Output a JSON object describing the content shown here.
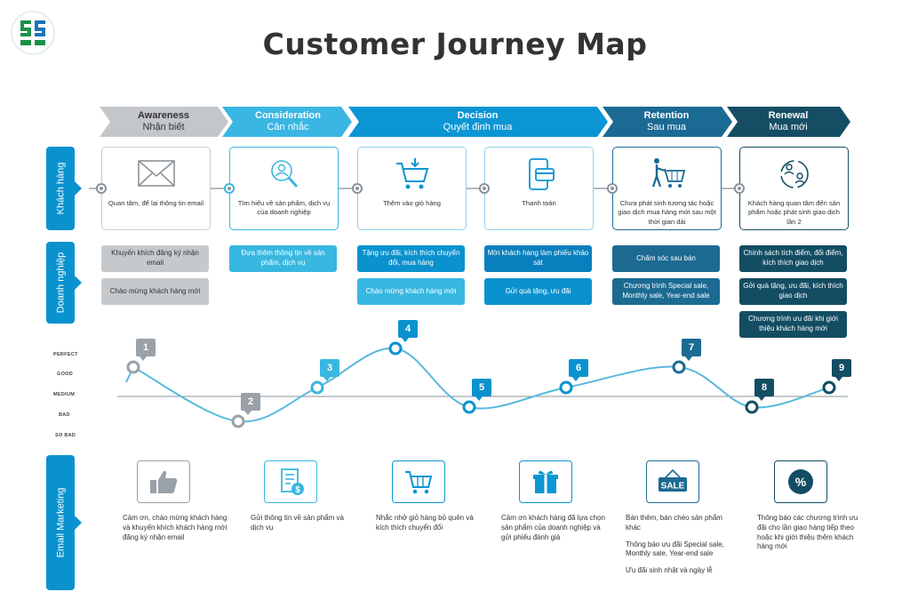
{
  "title": "Customer Journey Map",
  "colors": {
    "gray": "#a9aeb3",
    "light_blue": "#38b7e0",
    "blue": "#0a92cf",
    "dark_blue": "#1c6a92",
    "navy": "#134d63",
    "curve": "#5ab8de"
  },
  "stages": [
    {
      "name": "Awareness",
      "subtitle": "Nhận biết",
      "color": "#c4c7ca",
      "text_color": "#333333"
    },
    {
      "name": "Consideration",
      "subtitle": "Cân nhắc",
      "color": "#3ab6e2",
      "text_color": "#ffffff"
    },
    {
      "name": "Decision",
      "subtitle": "Quyết định mua",
      "color": "#0c95d3",
      "text_color": "#ffffff"
    },
    {
      "name": "Retention",
      "subtitle": "Sau mua",
      "color": "#1b6a93",
      "text_color": "#ffffff"
    },
    {
      "name": "Renewal",
      "subtitle": "Mua mới",
      "color": "#154e64",
      "text_color": "#ffffff"
    }
  ],
  "rows": {
    "customer": "Khách hàng",
    "business": "Doanh nghiệp",
    "email": "Email Marketing"
  },
  "touchpoints": [
    {
      "icon": "envelope-icon",
      "text": "Quan tâm, để lại thông tin email"
    },
    {
      "icon": "search-person-icon",
      "text": "Tìm hiểu về sản phẩm, dịch vụ của doanh nghiệp"
    },
    {
      "icon": "cart-add-icon",
      "text": "Thêm vào giỏ hàng"
    },
    {
      "icon": "card-payment-icon",
      "text": "Thanh toán"
    },
    {
      "icon": "shopper-cart-icon",
      "text": "Chưa phát sinh tương tác hoặc giao dịch mua hàng mới sau một thời gian dài"
    },
    {
      "icon": "user-cycle-icon",
      "text": "Khách hàng quan tâm đến sản phẩm hoặc phát sinh giao dịch lần 2"
    }
  ],
  "business_actions": [
    [
      "Khuyến khích đăng ký nhận email",
      "Chào mừng khách hàng mới"
    ],
    [
      "Đưa thêm thông tin về sản phẩm, dịch vụ"
    ],
    [
      "Tặng ưu đãi, kích thích chuyển đổi, mua hàng",
      "Chào mừng khách hàng mới"
    ],
    [
      "Mời khách hàng làm phiếu khảo sát",
      "Gửi quà tặng, ưu đãi"
    ],
    [
      "Chăm sóc sau bán",
      "Chương trình Special sale, Monthly sale, Year-end sale"
    ],
    [
      "Chính sách tích điểm, đổi điểm, kích thích giao dịch",
      "Gởi quà tặng, ưu đãi, kích thích giao dịch",
      "Chương trình ưu đãi khi giới thiệu khách hàng mới"
    ]
  ],
  "levels": [
    "PERFECT",
    "GOOD",
    "MEDIUM",
    "BAD",
    "SO BAD"
  ],
  "chart_data": {
    "type": "line",
    "x": [
      1,
      2,
      3,
      4,
      5,
      6,
      7,
      8,
      9
    ],
    "points": [
      {
        "label": "1",
        "level": "GOOD"
      },
      {
        "label": "2",
        "level": "SO BAD"
      },
      {
        "label": "3",
        "level": "MEDIUM"
      },
      {
        "label": "4",
        "level": "PERFECT"
      },
      {
        "label": "5",
        "level": "BAD"
      },
      {
        "label": "6",
        "level": "MEDIUM"
      },
      {
        "label": "7",
        "level": "GOOD"
      },
      {
        "label": "8",
        "level": "BAD"
      },
      {
        "label": "9",
        "level": "MEDIUM"
      }
    ],
    "y_categories": [
      "PERFECT",
      "GOOD",
      "MEDIUM",
      "BAD",
      "SO BAD"
    ]
  },
  "email_marketing": [
    {
      "icon": "thumbs-up-icon",
      "texts": [
        "Cảm ơn, chào mừng khách hàng và khuyến khích khách hàng mới đăng ký nhận email"
      ]
    },
    {
      "icon": "price-list-icon",
      "texts": [
        "Gửi thông tin về sản phẩm và dịch vụ"
      ]
    },
    {
      "icon": "cart-icon",
      "texts": [
        "Nhắc nhở giỏ hàng bỏ quên và kích thích chuyển đổi"
      ]
    },
    {
      "icon": "gift-icon",
      "texts": [
        "Cảm ơn khách hàng đã lựa chọn sản phẩm của doanh nghiệp và gửi phiếu đánh giá"
      ]
    },
    {
      "icon": "sale-tag-icon",
      "icon_text": "SALE",
      "texts": [
        "Bán thêm, bán chéo sản phẩm khác",
        "Thông báo ưu đãi Special sale, Monthly sale, Year-end sale",
        "Ưu đãi sinh nhật và ngày lễ"
      ]
    },
    {
      "icon": "percent-badge-icon",
      "texts": [
        "Thông báo các chương trình ưu đãi cho lần giao hàng tiếp theo hoặc khi giới thiệu thêm khách hàng mới"
      ]
    }
  ]
}
